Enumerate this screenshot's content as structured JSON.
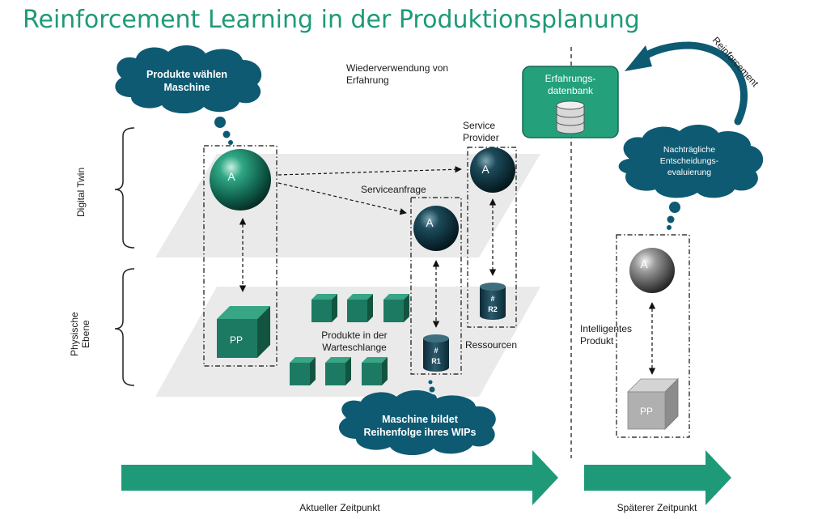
{
  "title": "Reinforcement Learning in der Produktionsplanung",
  "labels": {
    "reuse_line1": "Wiederverwendung von",
    "reuse_line2": "Erfahrung",
    "service_line1": "Service",
    "service_line2": "Provider",
    "serviceanfrage": "Serviceanfrage",
    "digital_twin": "Digital Twin",
    "physical_line1": "Physische",
    "physical_line2": "Ebene",
    "queue_line1": "Produkte in der",
    "queue_line2": "Warteschlange",
    "ressourcen": "Ressourcen",
    "smart_line1": "Intelligentes",
    "smart_line2": "Produkt",
    "reinforcement": "Reinforcement",
    "current_time": "Aktueller Zeitpunkt",
    "later_time": "Späterer Zeitpunkt"
  },
  "clouds": {
    "products": {
      "line1": "Produkte wählen",
      "line2": "Maschine"
    },
    "machine": {
      "line1": "Maschine bildet",
      "line2": "Reihenfolge ihres WIPs"
    },
    "evaluation": {
      "line1": "Nachträgliche",
      "line2": "Entscheidungs-",
      "line3": "evaluierung"
    }
  },
  "database": {
    "line1": "Erfahrungs-",
    "line2": "datenbank"
  },
  "agents": {
    "label": "A"
  },
  "products": {
    "label": "PP"
  },
  "resources": {
    "r1_hash": "#",
    "r1_label": "R1",
    "r2_hash": "#",
    "r2_label": "R2"
  },
  "colors": {
    "title": "#1e9a78",
    "accent": "#1e9a78",
    "cloud": "#0e5a73",
    "plane": "#eaeaea",
    "cube": "#1c7a63",
    "dark_agent": "#0f3340"
  }
}
